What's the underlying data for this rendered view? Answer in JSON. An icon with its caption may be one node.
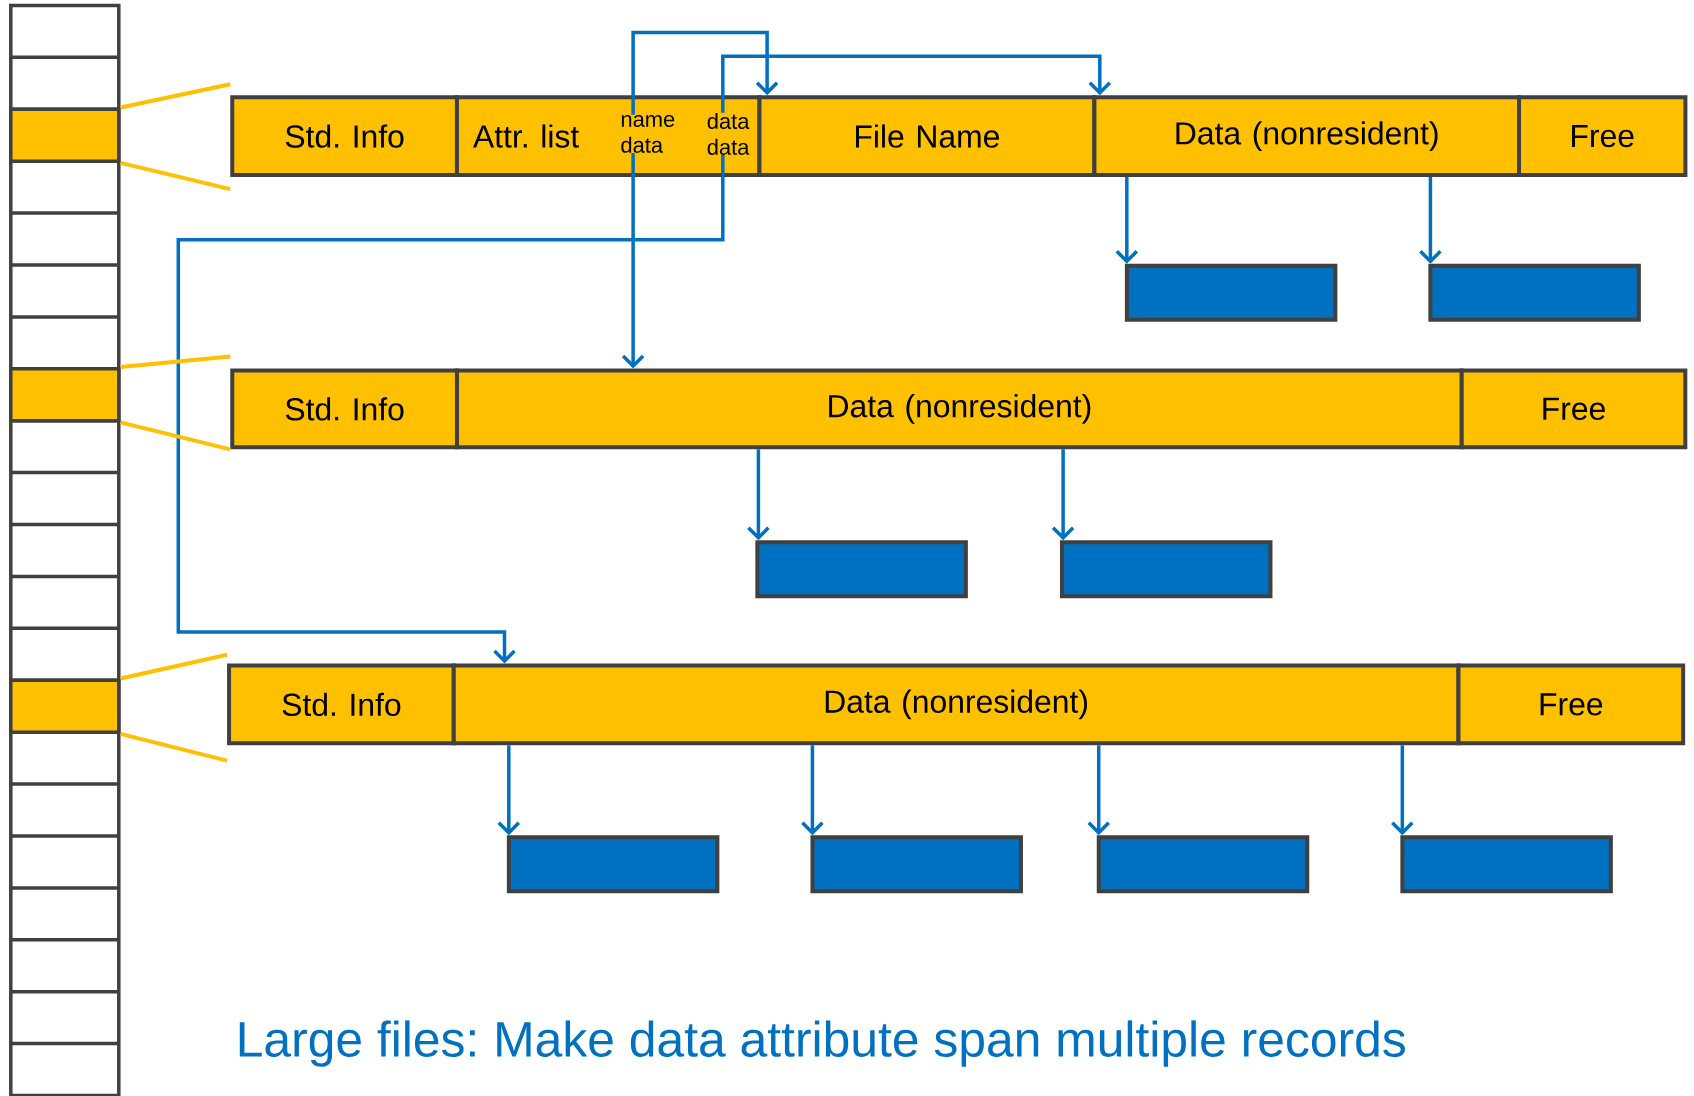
{
  "diagram": {
    "caption": "Large files: Make data attribute span multiple records",
    "nodes": [
      {
        "text": [
          "Std. Info"
        ]
      },
      {
        "text": [
          "Attr. list"
        ]
      },
      {
        "text": [
          "name data"
        ],
        "in": 1
      },
      {
        "text": [
          "data data"
        ],
        "in": 1
      },
      {
        "text": [
          "File Name"
        ]
      },
      {
        "text": [
          "Data (nonresident)"
        ]
      },
      {
        "text": [
          "Free"
        ]
      },
      {
        "text": [],
        "shape": "box"
      },
      {
        "text": [],
        "shape": "box"
      },
      {
        "text": [
          "Std. Info"
        ]
      },
      {
        "text": [
          "Data (nonresident)"
        ]
      },
      {
        "text": [
          "Free"
        ]
      },
      {
        "text": [],
        "shape": "box"
      },
      {
        "text": [],
        "shape": "box"
      },
      {
        "text": [
          "Std. Info"
        ]
      },
      {
        "text": [
          "Data (nonresident)"
        ]
      },
      {
        "text": [
          "Free"
        ]
      },
      {
        "text": [],
        "shape": "box"
      },
      {
        "text": [],
        "shape": "box"
      },
      {
        "text": [],
        "shape": "box"
      },
      {
        "text": [],
        "shape": "box"
      },
      {
        "text": [],
        "shape": "box"
      },
      {
        "text": [],
        "shape": "box"
      },
      {
        "text": [],
        "shape": "box"
      }
    ],
    "edges": [
      {
        "from": 2,
        "to": 4,
        "arrow": "to"
      },
      {
        "from": 3,
        "to": 5,
        "arrow": "to"
      },
      {
        "from": 2,
        "to": 10,
        "arrow": "to"
      },
      {
        "from": 3,
        "to": 15,
        "arrow": "to"
      },
      {
        "from": 5,
        "to": 7,
        "arrow": "to"
      },
      {
        "from": 5,
        "to": 8,
        "arrow": "to"
      },
      {
        "from": 10,
        "to": 12,
        "arrow": "to"
      },
      {
        "from": 10,
        "to": 13,
        "arrow": "to"
      },
      {
        "from": 15,
        "to": 17,
        "arrow": "to"
      },
      {
        "from": 15,
        "to": 18,
        "arrow": "to"
      },
      {
        "from": 15,
        "to": 19,
        "arrow": "to"
      },
      {
        "from": 15,
        "to": 20,
        "arrow": "to"
      },
      {
        "from": 21,
        "to": 0,
        "arrow": "none",
        "color": "#ffc000"
      },
      {
        "from": 21,
        "to": 0,
        "arrow": "none",
        "color": "#ffc000"
      },
      {
        "from": 22,
        "to": 9,
        "arrow": "none",
        "color": "#ffc000"
      },
      {
        "from": 22,
        "to": 9,
        "arrow": "none",
        "color": "#ffc000"
      },
      {
        "from": 23,
        "to": 14,
        "arrow": "none",
        "color": "#ffc000"
      },
      {
        "from": 23,
        "to": 14,
        "arrow": "none",
        "color": "#ffc000"
      }
    ]
  }
}
